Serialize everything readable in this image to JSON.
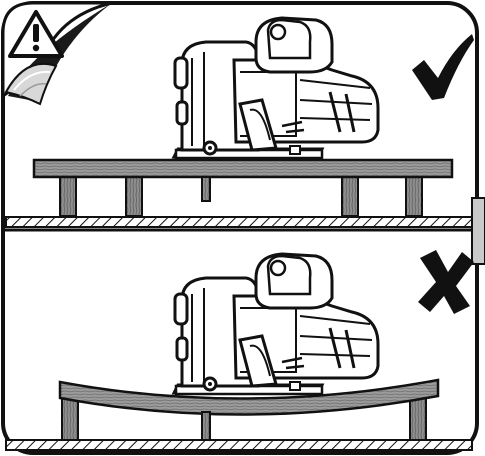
{
  "panels": [
    {
      "id": "correct",
      "mark": "check-mark",
      "board": "flat"
    },
    {
      "id": "incorrect",
      "mark": "cross-mark",
      "board": "sagging"
    }
  ],
  "icons": {
    "warning": "warning-triangle-icon",
    "check": "check-mark-icon",
    "cross": "cross-mark-icon"
  },
  "colors": {
    "ink": "#111111",
    "wood_light": "#d6d6d6",
    "wood_mid": "#a8a8a8",
    "wood_dark": "#6f6f6f",
    "saw_body": "#ffffff",
    "tab": "#c9c9c9"
  }
}
